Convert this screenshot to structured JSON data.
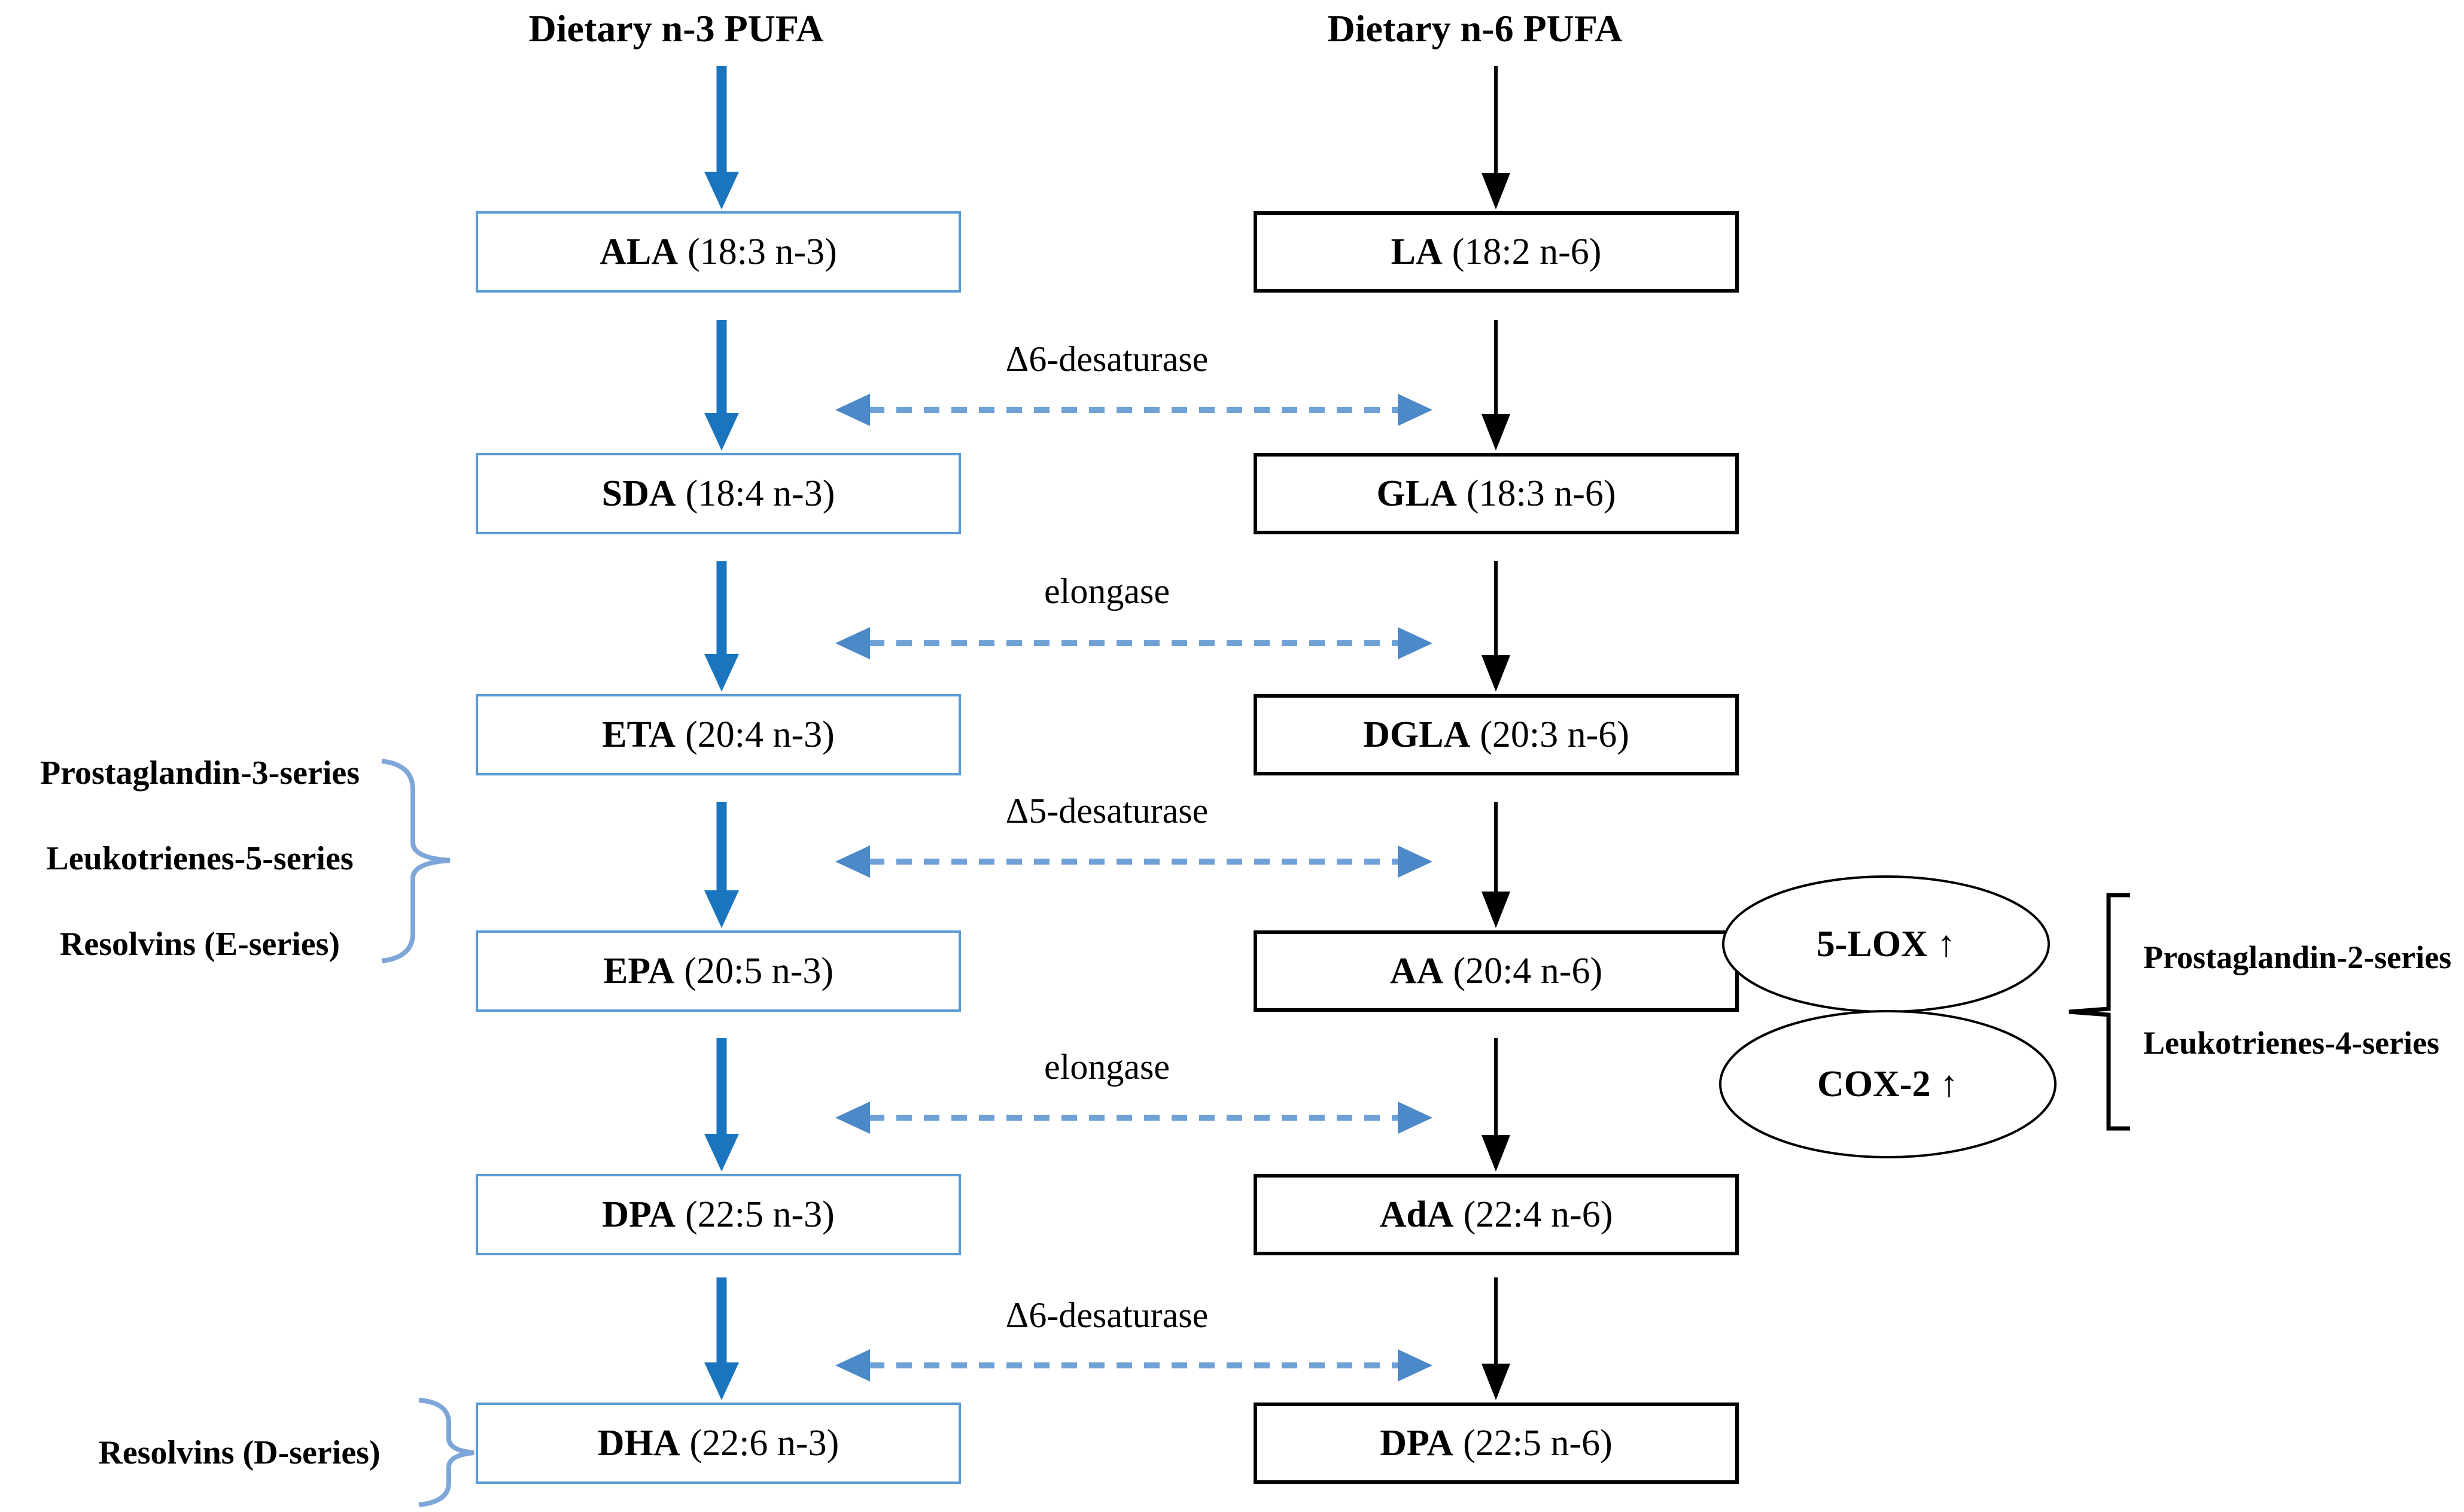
{
  "diagram": {
    "n3": {
      "title": "Dietary n-3 PUFA",
      "boxes": [
        {
          "abbr": "ALA",
          "formula": "(18:3 n-3)"
        },
        {
          "abbr": "SDA",
          "formula": "(18:4 n-3)"
        },
        {
          "abbr": "ETA",
          "formula": "(20:4 n-3)"
        },
        {
          "abbr": "EPA",
          "formula": "(20:5 n-3)"
        },
        {
          "abbr": "DPA",
          "formula": "(22:5 n-3)"
        },
        {
          "abbr": "DHA",
          "formula": "(22:6 n-3)"
        }
      ]
    },
    "n6": {
      "title": "Dietary n-6 PUFA",
      "boxes": [
        {
          "abbr": "LA",
          "formula": "(18:2 n-6)"
        },
        {
          "abbr": "GLA",
          "formula": "(18:3 n-6)"
        },
        {
          "abbr": "DGLA",
          "formula": "(20:3 n-6)"
        },
        {
          "abbr": "AA",
          "formula": "(20:4 n-6)"
        },
        {
          "abbr": "AdA",
          "formula": "(22:4 n-6)"
        },
        {
          "abbr": "DPA",
          "formula": "(22:5 n-6)"
        }
      ]
    },
    "enzymes": [
      {
        "label": "Δ6-desaturase"
      },
      {
        "label": "elongase"
      },
      {
        "label": "Δ5-desaturase"
      },
      {
        "label": "elongase"
      },
      {
        "label": "Δ6-desaturase"
      }
    ],
    "epa_derived": [
      {
        "label": "Prostaglandin-3-series"
      },
      {
        "label": "Leukotrienes-5-series"
      },
      {
        "label": "Resolvins (E-series)"
      }
    ],
    "dha_derived": {
      "label": "Resolvins (D-series)"
    },
    "aa_enzymes": [
      {
        "label": "5-LOX ↑"
      },
      {
        "label": "COX-2 ↑"
      }
    ],
    "aa_derived": [
      {
        "label": "Prostaglandin-2-series"
      },
      {
        "label": "Leukotrienes-4-series"
      }
    ],
    "colors": {
      "n3_accent": "#5B9BD5",
      "n3_arrow": "#1B74BE",
      "n6_accent": "#000000",
      "dashed_arrow": "#6FA0D6",
      "dashed_head": "#4C89C8",
      "brace_blue": "#7EA6D8"
    }
  }
}
